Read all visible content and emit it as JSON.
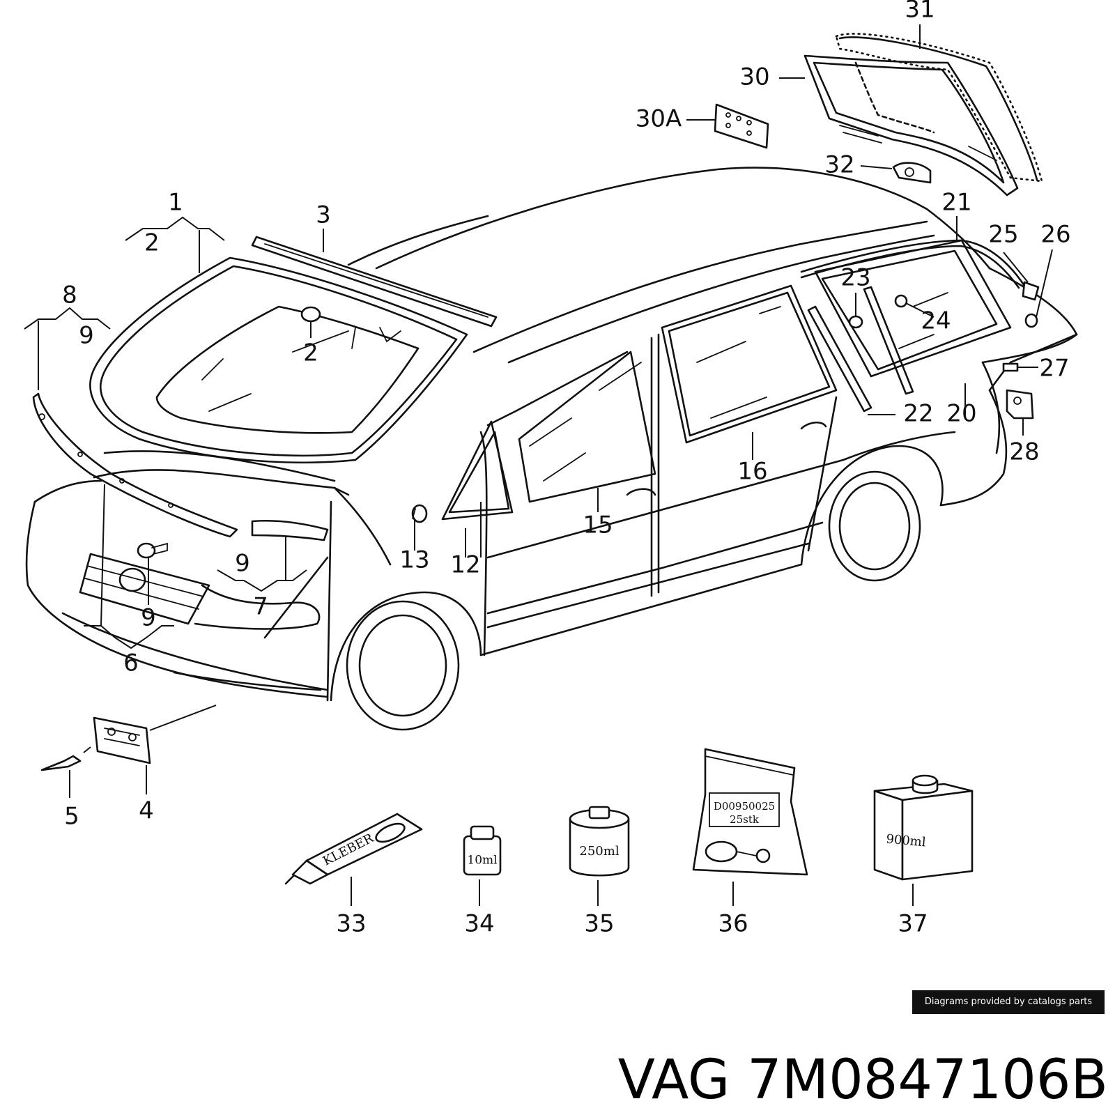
{
  "callouts": {
    "c1": "1",
    "c2a": "2",
    "c2b": "2",
    "c3": "3",
    "c4": "4",
    "c5": "5",
    "c6": "6",
    "c7": "7",
    "c8": "8",
    "c9a": "9",
    "c9b": "9",
    "c9c": "9",
    "c12": "12",
    "c13": "13",
    "c15": "15",
    "c16": "16",
    "c20": "20",
    "c21": "21",
    "c22": "22",
    "c23": "23",
    "c24": "24",
    "c25": "25",
    "c26": "26",
    "c27": "27",
    "c28": "28",
    "c30": "30",
    "c30A": "30A",
    "c31": "31",
    "c32": "32",
    "c33": "33",
    "c34": "34",
    "c35": "35",
    "c36": "36",
    "c37": "37"
  },
  "products": {
    "tube_label": "KLEBER",
    "bottle_small_label": "10ml",
    "can_label": "250ml",
    "bag_code": "D00950025",
    "bag_qty": "25stk",
    "canister_label": "900ml"
  },
  "credit": "Diagrams provided by catalogs parts",
  "part_number": "VAG 7M0847106B"
}
